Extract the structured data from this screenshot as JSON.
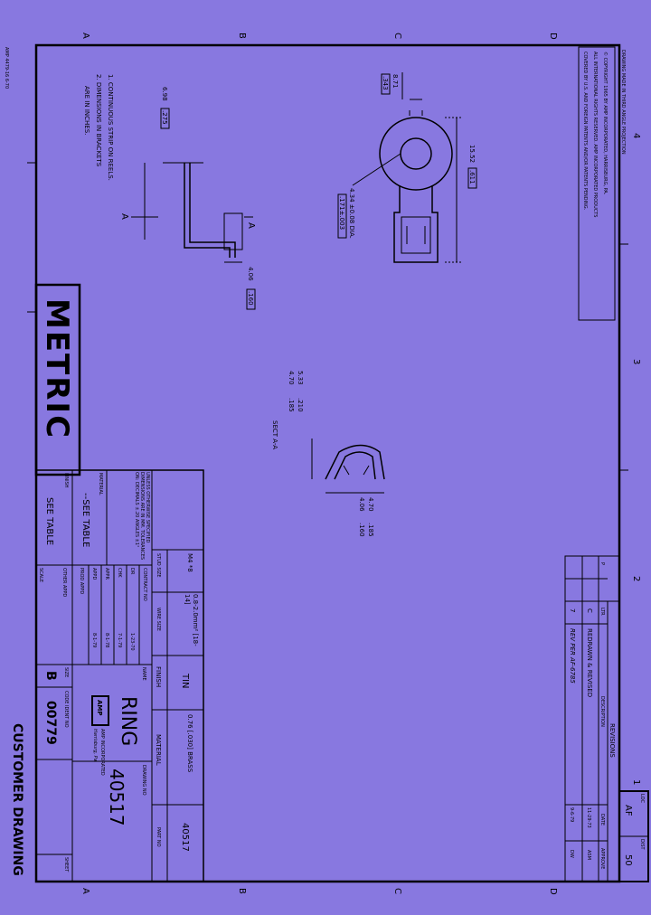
{
  "drawing": {
    "zone_letters": [
      "A",
      "B",
      "C",
      "D"
    ],
    "zone_numbers": [
      "4",
      "3",
      "2",
      "1"
    ],
    "projection_note": "DRAWING MADE IN THIRD ANGLE PROJECTION",
    "copyright_lines": [
      "© COPYRIGHT 1965 BY AMP INCORPORATED, HARRISBURG, PA.",
      "ALL INTERNATIONAL RIGHTS RESERVED. AMP INCORPORATED PRODUCTS",
      "COVERED BY U.S. AND FOREIGN PATENTS AND/OR PATENTS PENDING."
    ],
    "notes": [
      "1. CONTINUOUS STRIP ON REELS.",
      "2. DIMENSIONS IN BRACKETS",
      "ARE IN INCHES."
    ],
    "side_code": "AMP 4479-16 6-70",
    "metric_label": "METRIC",
    "customer_label": "CUSTOMER DRAWING",
    "dimensions": {
      "width_mm": "8.71",
      "width_in": ".343",
      "length_mm": "15.52",
      "length_in": ".611",
      "hole_mm": "4.34 ±0.08 DIA.",
      "hole_in": ".171±.003",
      "height_mm": "6.98",
      "height_in": ".275",
      "barrel_mm": "4.06",
      "barrel_in": ".160",
      "sect_top_mm": [
        "5.33",
        "4.70"
      ],
      "sect_top_in": [
        ".210",
        ".185"
      ],
      "sect_side_mm": [
        "4.70",
        "4.06"
      ],
      "sect_side_in": [
        ".185",
        ".160"
      ],
      "section_mark": "A",
      "section_label": "SECT A-A"
    }
  },
  "revisions": {
    "title": "REVISIONS",
    "headers": [
      "P",
      "LTR",
      "DESCRIPTION",
      "DATE",
      "APPROVE"
    ],
    "rows": [
      {
        "ltr": "C",
        "desc": "REDRAWN & REVISED",
        "date": "11-29-73",
        "approve": "ASM"
      },
      {
        "ltr": "7",
        "desc": "REV PER AF-6785",
        "date": "9-6-79",
        "approve": "DW"
      }
    ],
    "loc_label": "LOC",
    "loc": "AF",
    "dist_label": "DIST",
    "dist": "50"
  },
  "title_block": {
    "table_headers": [
      "STUD SIZE",
      "WIRE SIZE",
      "FINISH",
      "MATERIAL",
      "PART NO"
    ],
    "table_row": [
      "M4 *8",
      "0.8-2.0mm² [18-14]",
      "TIN",
      "0.76 [.030] BRASS",
      "40517"
    ],
    "tolerance_label": "UNLESS OTHERWISE SPECIFIED DIMENSIONS ARE IN MM. TOLERANCES ON: DECIMALS ±.20 ANGLES ±1°",
    "material_label": "MATERIAL",
    "material_value": "--SEE TABLE",
    "finish_label": "FINISH",
    "finish_value": "SEE TABLE",
    "approvals": [
      "CONTRACT NO",
      "DR",
      "CHK",
      "APPR",
      "APPD",
      "PROD APPD",
      "OTHER APPD"
    ],
    "approval_dates": [
      "",
      "1-23-70",
      "7-1-79",
      "8-1-78",
      "8-1-79",
      "",
      ""
    ],
    "name_label": "NAME",
    "name": "RING",
    "company": "AMP INCORPORATED",
    "company_city": "Harrisburg, Pa.",
    "logo": "AMP",
    "size_label": "SIZE",
    "size": "B",
    "code_label": "CODE IDENT NO",
    "code": "00779",
    "dwg_label": "DRAWING NO",
    "dwg": "40517",
    "scale_label": "SCALE",
    "sheet_label": "SHEET"
  }
}
